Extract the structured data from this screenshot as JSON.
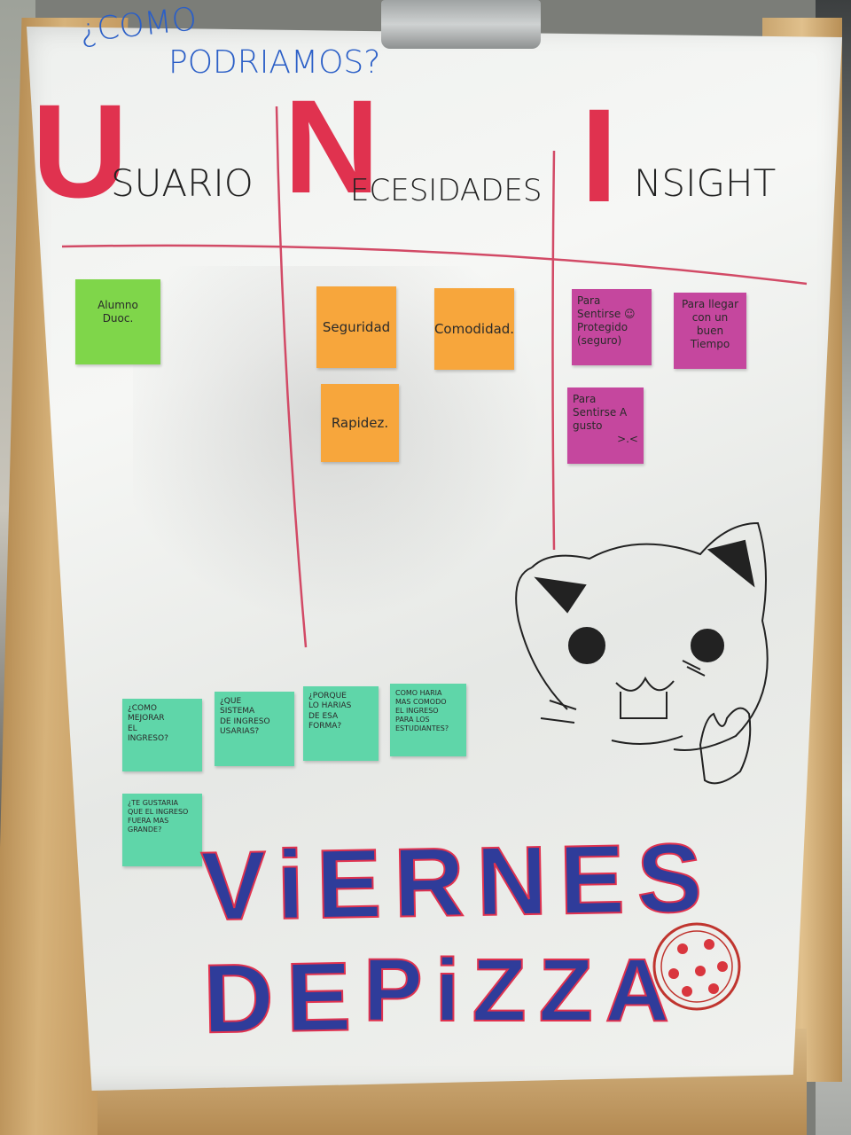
{
  "question": "¿COMO PODRIAMOS?",
  "question_line1": "¿COMO",
  "question_line2": "PODRIAMOS?",
  "columns": [
    {
      "initial": "U",
      "rest": "SUARIO"
    },
    {
      "initial": "N",
      "rest": "ECESIDADES"
    },
    {
      "initial": "I",
      "rest": "NSIGHT"
    }
  ],
  "usuario_notes": [
    {
      "lines": [
        "Alumno",
        "Duoc."
      ],
      "color": "#7fd64a"
    }
  ],
  "necesidades_notes": [
    {
      "text": "Seguridad",
      "color": "#f7a63c"
    },
    {
      "text": "Comodidad.",
      "color": "#f7a63c"
    },
    {
      "text": "Rapidez.",
      "color": "#f7a63c"
    }
  ],
  "insight_notes": [
    {
      "lines": [
        "Para",
        "Sentirse ☺",
        "Protegido",
        "(seguro)"
      ],
      "color": "#c5479e"
    },
    {
      "lines": [
        "Para llegar",
        "con un buen",
        "Tiempo"
      ],
      "color": "#c5479e"
    },
    {
      "lines": [
        "Para",
        "Sentirse A",
        "gusto",
        ">.<"
      ],
      "color": "#c5479e"
    }
  ],
  "question_notes": [
    {
      "lines": [
        "¿COMO",
        "MEJORAR",
        "EL",
        "INGRESO?"
      ],
      "color": "#5fd6a9"
    },
    {
      "lines": [
        "¿QUE",
        "SISTEMA",
        "DE INGRESO",
        "USARIAS?"
      ],
      "color": "#5fd6a9"
    },
    {
      "lines": [
        "¿PORQUE",
        "LO HARIAS",
        "DE ESA",
        "FORMA?"
      ],
      "color": "#5fd6a9"
    },
    {
      "lines": [
        "COMO HARIA",
        "MAS COMODO",
        "EL INGRESO",
        "PARA LOS",
        "ESTUDIANTES?"
      ],
      "color": "#5fd6a9"
    },
    {
      "lines": [
        "¿TE GUSTARIA",
        "QUE EL INGRESO",
        "FUERA MAS",
        "GRANDE?"
      ],
      "color": "#5fd6a9"
    }
  ],
  "banner": {
    "line1": "ViERNES DE",
    "line2": "PiZZA"
  },
  "colors": {
    "marker_red": "#e0324f",
    "marker_blue": "#2b5fc7",
    "fill_blue": "#2f3c9a"
  }
}
